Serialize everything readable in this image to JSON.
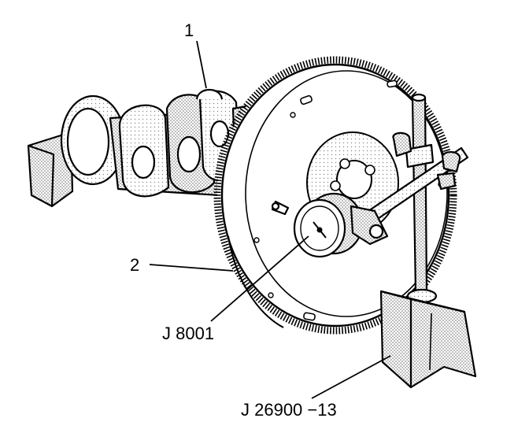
{
  "diagram": {
    "callouts": {
      "crankshaft": "1",
      "flywheel": "2",
      "dial_indicator": "J 8001",
      "magnetic_base": "J 26900 −13"
    },
    "colors": {
      "ink": "#000000",
      "paper": "#ffffff",
      "shade": "#bdbdbd",
      "light_shade": "#e3e3e3"
    }
  }
}
